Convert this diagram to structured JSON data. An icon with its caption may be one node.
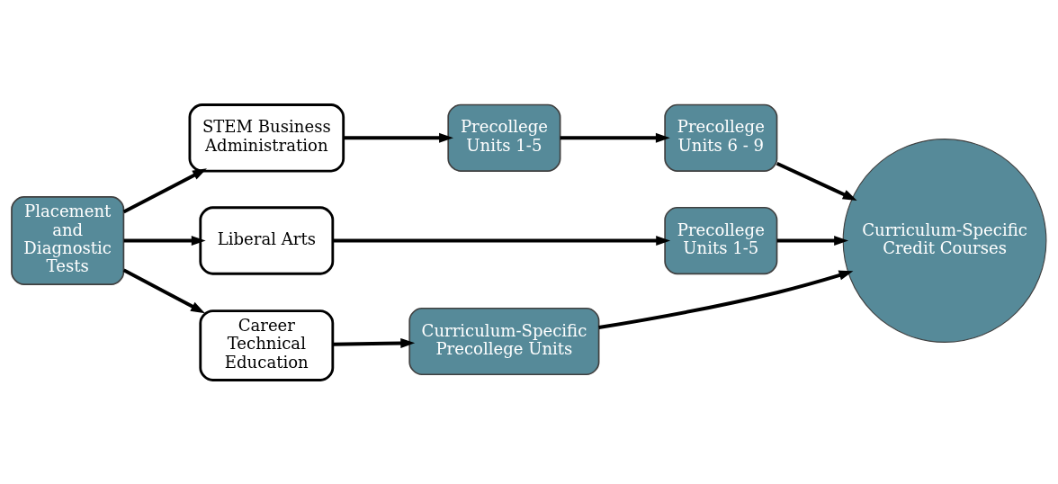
{
  "diagram": {
    "nodes": [
      {
        "text": [
          "Placement and Diagnostic Tests"
        ]
      },
      {
        "text": [
          "STEM Business Administration"
        ]
      },
      {
        "text": [
          "Liberal Arts"
        ]
      },
      {
        "text": [
          "Career Technical Education"
        ]
      },
      {
        "text": [
          "Precollege Units 1-5"
        ]
      },
      {
        "text": [
          "Precollege Units 6 - 9"
        ]
      },
      {
        "text": [
          "Precollege Units 1-5"
        ]
      },
      {
        "text": [
          "Curriculum-Specific Precollege Units"
        ]
      },
      {
        "text": [
          "Curriculum-Specific Credit Courses"
        ]
      }
    ],
    "edges": [
      {
        "from": 0,
        "to": 1,
        "arrow": "to"
      },
      {
        "from": 0,
        "to": 2,
        "arrow": "to"
      },
      {
        "from": 0,
        "to": 3,
        "arrow": "to"
      },
      {
        "from": 1,
        "to": 4,
        "arrow": "to"
      },
      {
        "from": 4,
        "to": 5,
        "arrow": "to"
      },
      {
        "from": 2,
        "to": 6,
        "arrow": "to"
      },
      {
        "from": 3,
        "to": 7,
        "arrow": "to"
      },
      {
        "from": 5,
        "to": 8,
        "arrow": "to"
      },
      {
        "from": 6,
        "to": 8,
        "arrow": "to"
      },
      {
        "from": 7,
        "to": 8,
        "arrow": "to"
      }
    ]
  }
}
